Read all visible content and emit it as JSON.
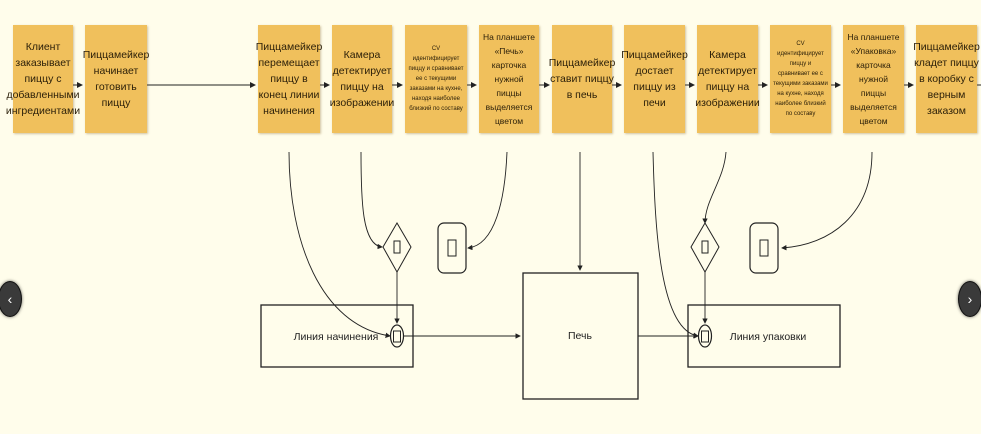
{
  "process_steps": [
    {
      "id": "s1",
      "text": "Клиент заказывает пиццу с добавленными ингредиентами"
    },
    {
      "id": "s2",
      "text": "Пиццамейкер начинает готовить пиццу"
    },
    {
      "id": "s3",
      "text": "Пиццамейкер перемещает пиццу в конец линии начинения"
    },
    {
      "id": "s4",
      "text": "Камера детектирует пиццу на изображении"
    },
    {
      "id": "s5",
      "text": "CV идентифицирует пиццу и сравнивает ее с текущими заказами на кухне, находя наиболее близкий по составу"
    },
    {
      "id": "s6",
      "text": "На планшете «Печь» карточка нужной пиццы выделяется цветом"
    },
    {
      "id": "s7",
      "text": "Пиццамейкер ставит пиццу в печь"
    },
    {
      "id": "s8",
      "text": "Пиццамейкер достает пиццу из печи"
    },
    {
      "id": "s9",
      "text": "Камера детектирует пиццу на изображении"
    },
    {
      "id": "s10",
      "text": "CV идентифицирует пиццу и сравнивает ее с текущими заказами на кухне, находя наиболее близкий по составу"
    },
    {
      "id": "s11",
      "text": "На планшете «Упаковка» карточка нужной пиццы выделяется цветом"
    },
    {
      "id": "s12",
      "text": "Пиццамейкер кладет пиццу в коробку с верным заказом"
    }
  ],
  "zones": {
    "filling_line": "Линия начинения",
    "oven": "Печь",
    "packing_line": "Линия упаковки"
  },
  "symbols": {
    "decision_icon": "diamond-with-square",
    "tablet_icon": "rounded-square-with-rect",
    "camera_icon": "oval-with-square"
  },
  "navigation": {
    "prev_label": "‹",
    "next_label": "›"
  },
  "colors": {
    "background": "#fffdeb",
    "step_fill": "#f0c05c",
    "line": "#222222"
  }
}
